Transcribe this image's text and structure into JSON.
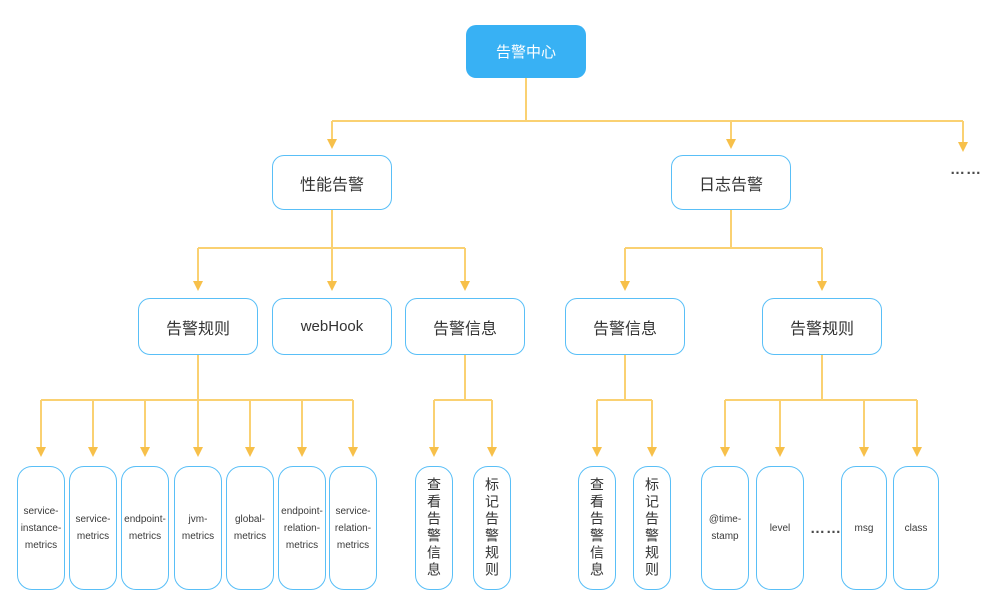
{
  "diagram": {
    "title_node": "告警中心",
    "nodes": {
      "root": "告警中心",
      "perf": "性能告警",
      "log": "日志告警",
      "more_top": "……",
      "perf_rules": "告警规则",
      "webhook": "webHook",
      "perf_info": "告警信息",
      "log_info": "告警信息",
      "log_rules": "告警规则",
      "metric_1": "service-instance-metrics",
      "metric_2": "service-metrics",
      "metric_3": "endpoint-metrics",
      "metric_4": "jvm-metrics",
      "metric_5": "global-metrics",
      "metric_6": "endpoint-relation-metrics",
      "metric_7": "service-relation-metrics",
      "perf_info_view": "查看告警信息",
      "perf_info_mark": "标记告警规则",
      "log_info_view": "查看告警信息",
      "log_info_mark": "标记告警规则",
      "log_field_timestamp": "@time-stamp",
      "log_field_level": "level",
      "log_field_more": "……",
      "log_field_msg": "msg",
      "log_field_class": "class"
    },
    "colors": {
      "root_fill": "#38B1F4",
      "node_border": "#59BFF7",
      "connector_line": "#FAD172",
      "arrowhead": "#F7C04A",
      "node_text": "#333333"
    }
  }
}
